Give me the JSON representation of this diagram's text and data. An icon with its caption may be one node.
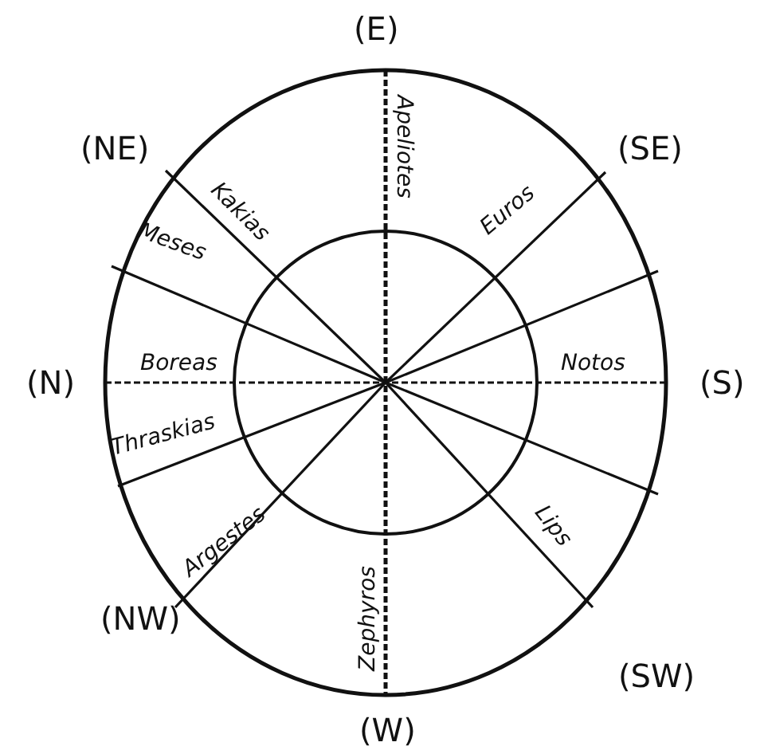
{
  "diagram": {
    "labels": [
      "(E)",
      "(NE)",
      "Apeliotes",
      "Kakias",
      "(SE)",
      "Euros",
      "Meses",
      "Boreas",
      "Notos",
      "(N)",
      "(S)",
      "Thraskias",
      "Argestes",
      "Lips",
      "Zephyros",
      "(NW)",
      "(SW)",
      "(W)"
    ]
  }
}
